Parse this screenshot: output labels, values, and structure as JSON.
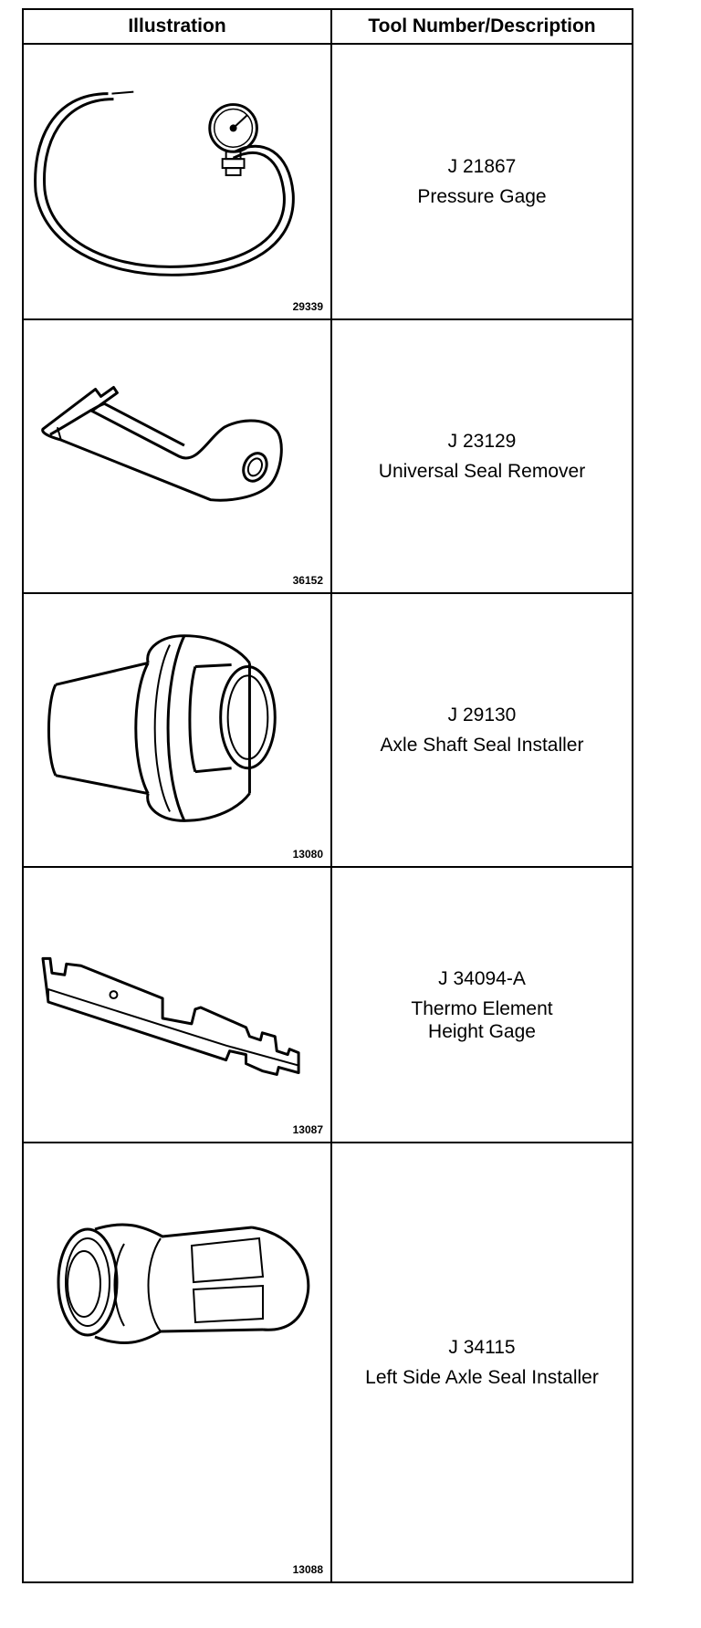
{
  "header": {
    "illustration_label": "Illustration",
    "description_label": "Tool Number/Description"
  },
  "tools": [
    {
      "figure_number": "29339",
      "tool_number": "J 21867",
      "description": [
        "Pressure Gage"
      ],
      "icon": "pressure-gage-icon"
    },
    {
      "figure_number": "36152",
      "tool_number": "J 23129",
      "description": [
        "Universal Seal Remover"
      ],
      "icon": "seal-remover-icon"
    },
    {
      "figure_number": "13080",
      "tool_number": "J 29130",
      "description": [
        "Axle Shaft Seal Installer"
      ],
      "icon": "seal-installer-icon"
    },
    {
      "figure_number": "13087",
      "tool_number": "J 34094-A",
      "description": [
        "Thermo Element",
        "Height Gage"
      ],
      "icon": "height-gage-icon"
    },
    {
      "figure_number": "13088",
      "tool_number": "J 34115",
      "description": [
        "Left Side Axle Seal Installer"
      ],
      "icon": "left-seal-installer-icon"
    }
  ]
}
